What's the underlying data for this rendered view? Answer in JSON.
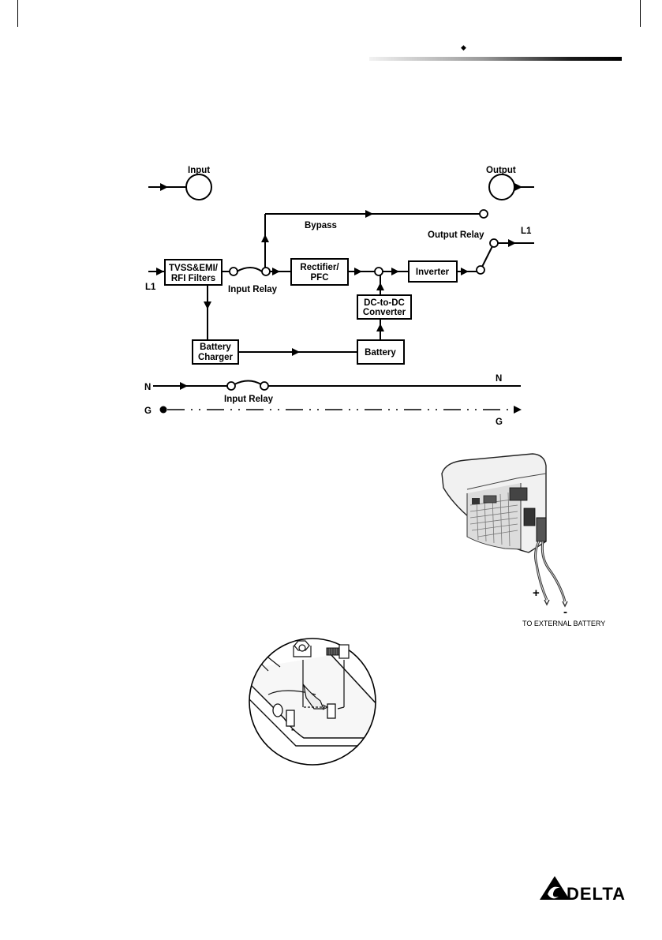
{
  "header": {
    "marker": "◆"
  },
  "diagram": {
    "input_label": "Input",
    "output_label": "Output",
    "bypass_label": "Bypass",
    "output_relay_label": "Output Relay",
    "l1_out_label": "L1",
    "l1_in_label": "L1",
    "filters_line1": "TVSS&EMI/",
    "filters_line2": "RFI Filters",
    "input_relay_label": "Input Relay",
    "rectifier_line1": "Rectifier/",
    "rectifier_line2": "PFC",
    "inverter_label": "Inverter",
    "dcdc_line1": "DC-to-DC",
    "dcdc_line2": "Converter",
    "charger_line1": "Battery",
    "charger_line2": "Charger",
    "battery_label": "Battery",
    "n_left": "N",
    "n_right": "N",
    "neutral_relay_label": "Input Relay",
    "g_left": "G",
    "g_right": "G"
  },
  "cable_illustration": {
    "plus_sign": "+",
    "minus_sign": "-",
    "caption": "TO EXTERNAL BATTERY"
  },
  "terminal_illustration": {
    "minus_sign": "-"
  },
  "logo": {
    "brand": "DELTA"
  }
}
